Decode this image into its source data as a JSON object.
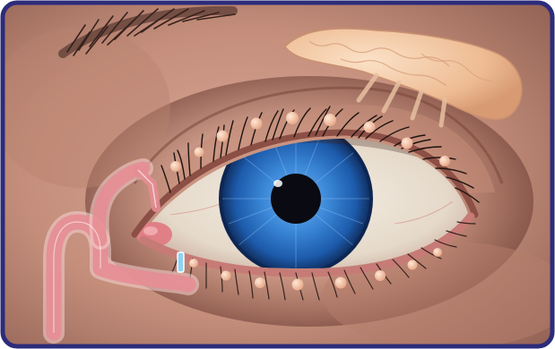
{
  "illustration": {
    "subject": "eye-anatomy",
    "palette": {
      "border": "#2c2c7a",
      "skin": "#c99582",
      "skin_shadow": "#8a5a4c",
      "sclera": "#ebe3d6",
      "iris": "#2f74c9",
      "iris_dark": "#13386f",
      "pupil": "#0a0a12",
      "gland": "#f2c8a3",
      "duct": "#f3a7ad"
    },
    "meibomian_glands_upper": 9,
    "meibomian_glands_lower": 8
  }
}
